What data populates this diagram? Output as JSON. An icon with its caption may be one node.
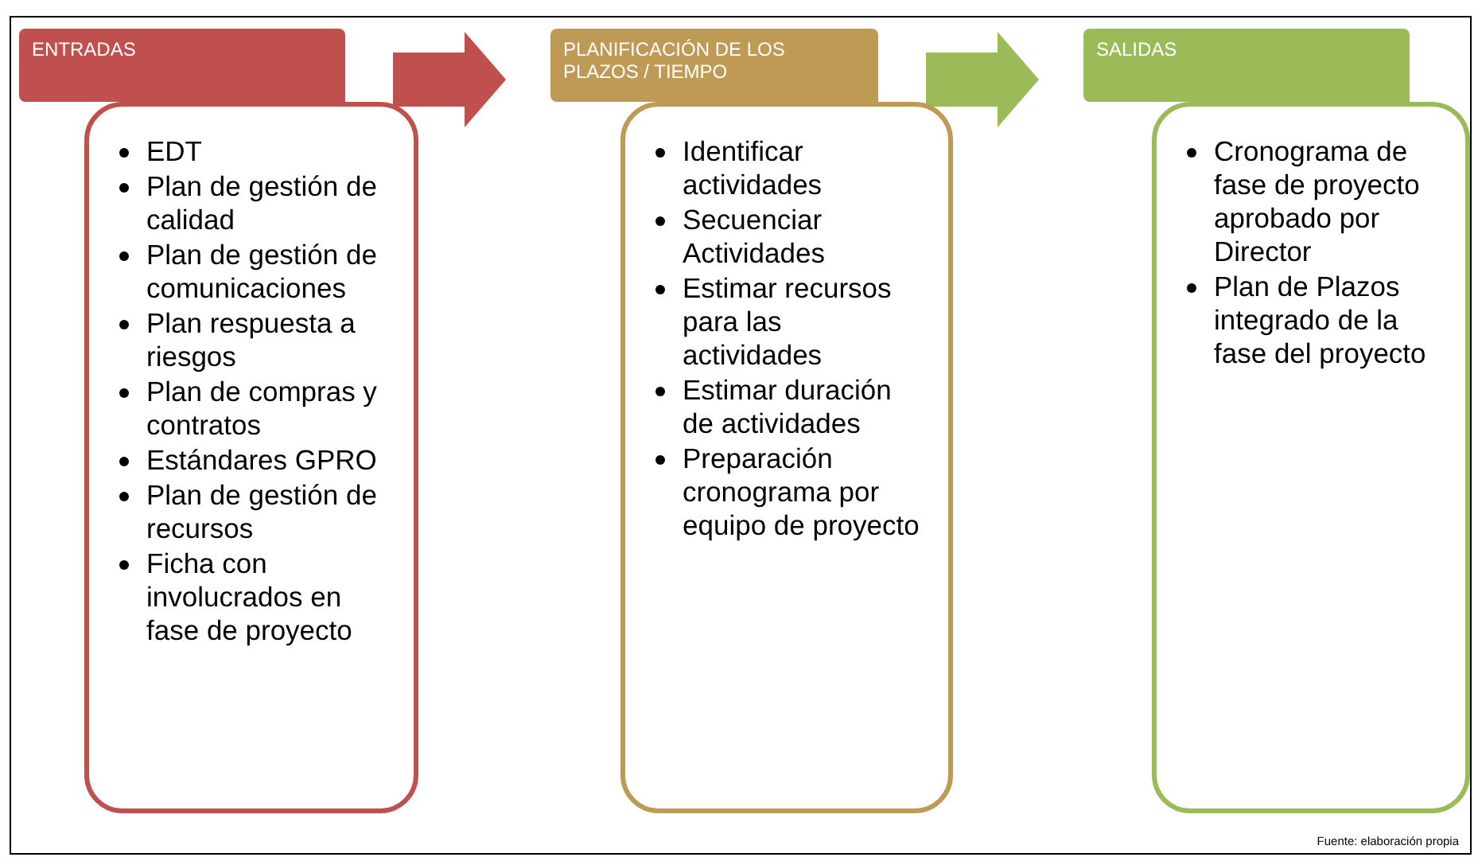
{
  "diagram": {
    "nodes": [
      {
        "text": [
          "ENTRADAS"
        ]
      },
      {
        "text": [
          "EDT",
          "Plan de gestión de calidad",
          "Plan de gestión de comunicaciones",
          "Plan respuesta a riesgos",
          "Plan de compras y contratos",
          "Estándares GPRO",
          "Plan de gestión de recursos",
          "Ficha con involucrados en fase de proyecto"
        ]
      },
      {
        "text": [
          "PLANIFICACIÓN DE LOS PLAZOS / TIEMPO"
        ]
      },
      {
        "text": [
          "Identificar actividades",
          "Secuenciar Actividades",
          "Estimar recursos para las actividades",
          "Estimar duración de actividades",
          "Preparación cronograma por equipo de proyecto"
        ]
      },
      {
        "text": [
          "SALIDAS"
        ]
      },
      {
        "text": [
          "Cronograma de fase de proyecto aprobado por Director",
          "Plan de Plazos integrado de la fase del proyecto"
        ]
      }
    ],
    "edges": [
      {
        "from": 0,
        "to": 2,
        "arrow": "to",
        "color": "#c0504d"
      },
      {
        "from": 2,
        "to": 4,
        "arrow": "to",
        "color": "#9bbb59"
      }
    ],
    "labels": [
      "Fuente: elaboración propia"
    ]
  }
}
